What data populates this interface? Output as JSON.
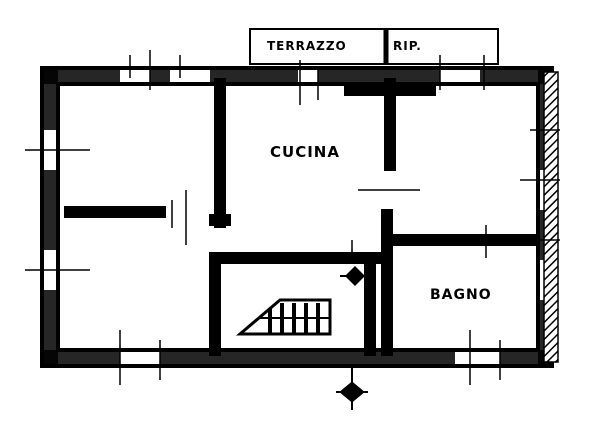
{
  "rooms": {
    "cucina": "CUCINA",
    "bagno": "BAGNO",
    "terrazzo": "TERRAZZO",
    "rip": "RIP."
  },
  "colors": {
    "ink": "#000000",
    "paper": "#ffffff"
  },
  "icons": [
    "stair-treads-icon",
    "entrance-arrow-icon",
    "landing-arrow-icon",
    "hatched-wall-icon"
  ]
}
